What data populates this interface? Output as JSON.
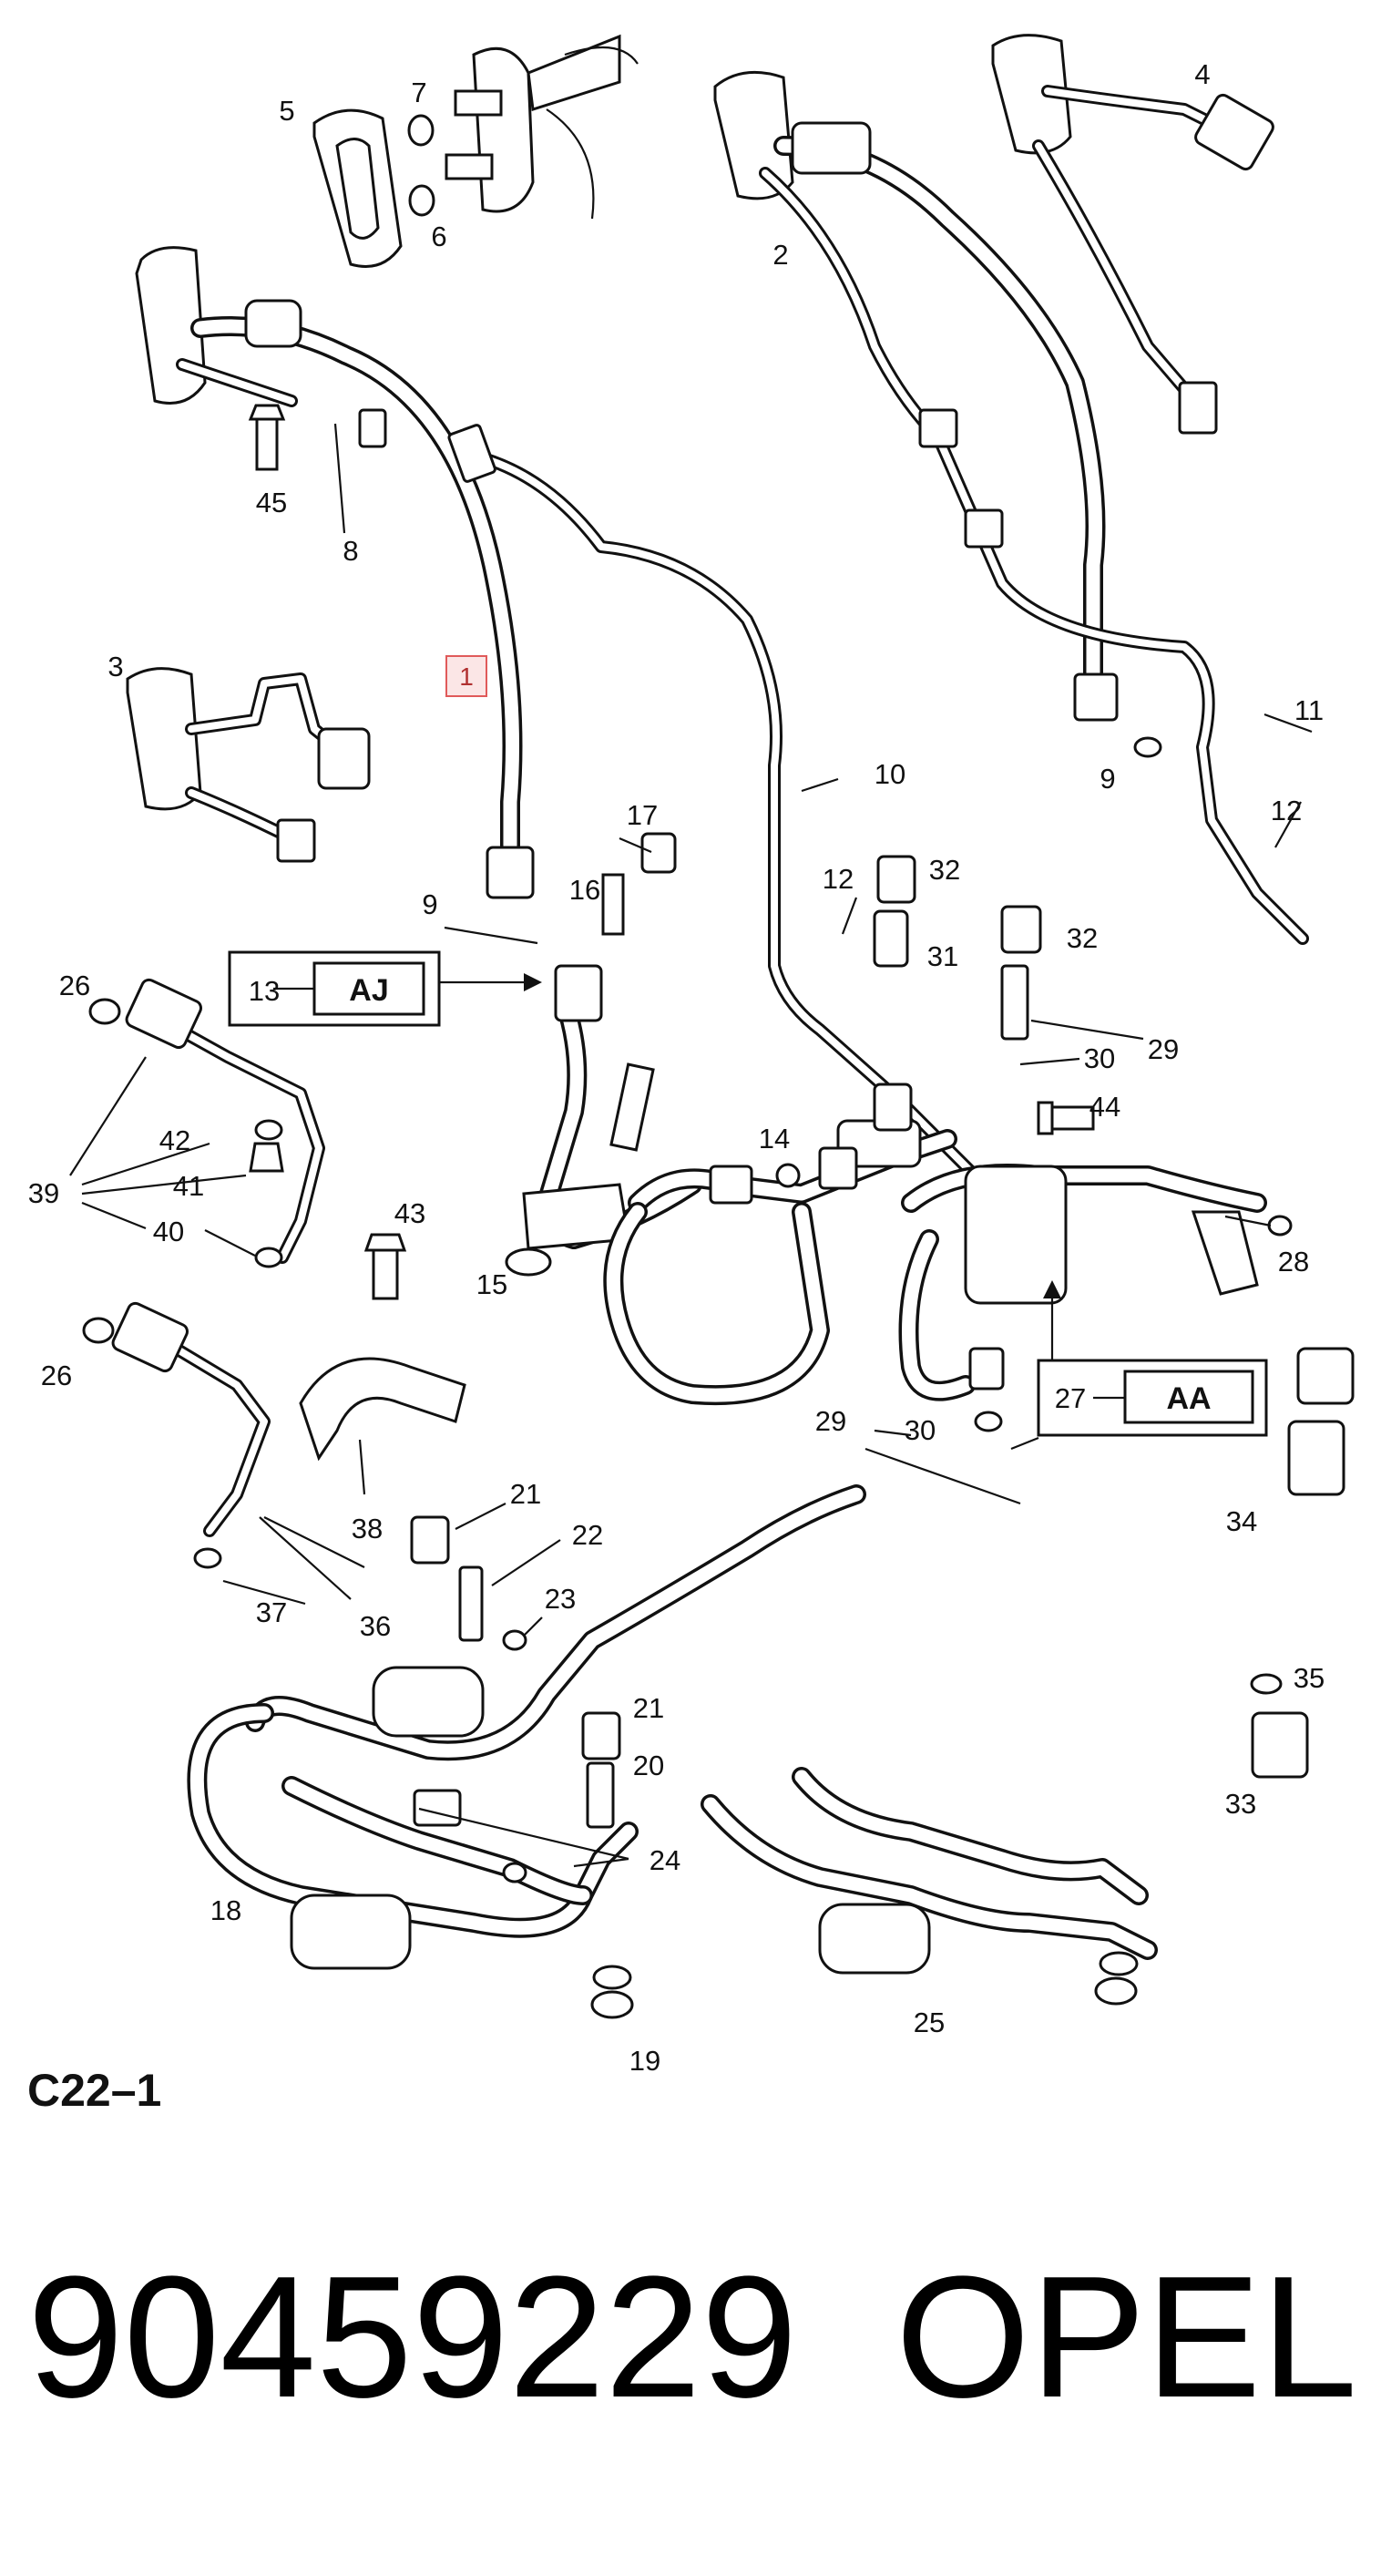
{
  "diagram": {
    "callouts": {
      "n1": "1",
      "n2": "2",
      "n3": "3",
      "n4": "4",
      "n5": "5",
      "n6": "6",
      "n7": "7",
      "n8": "8",
      "n9a": "9",
      "n9b": "9",
      "n10": "10",
      "n11": "11",
      "n12a": "12",
      "n12b": "12",
      "n13": "13",
      "n14": "14",
      "n15": "15",
      "n16": "16",
      "n17": "17",
      "n18": "18",
      "n19": "19",
      "n20": "20",
      "n21a": "21",
      "n21b": "21",
      "n22": "22",
      "n23": "23",
      "n24": "24",
      "n25": "25",
      "n26a": "26",
      "n26b": "26",
      "n27": "27",
      "n28": "28",
      "n29a": "29",
      "n29b": "29",
      "n30a": "30",
      "n30b": "30",
      "n31": "31",
      "n32a": "32",
      "n32b": "32",
      "n33": "33",
      "n34": "34",
      "n35": "35",
      "n36": "36",
      "n37": "37",
      "n38": "38",
      "n39": "39",
      "n40": "40",
      "n41": "41",
      "n42": "42",
      "n43": "43",
      "n44": "44",
      "n45": "45"
    },
    "detail_boxes": {
      "aj": "AJ",
      "aa": "AA"
    },
    "highlight_color": "#e05a5a"
  },
  "reference_code": "C22–1",
  "footer": {
    "part_number": "90459229",
    "brand": "OPEL"
  }
}
